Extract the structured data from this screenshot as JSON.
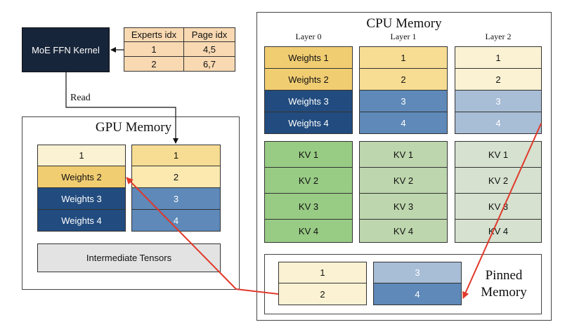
{
  "kernel": {
    "label": "MoE FFN Kernel"
  },
  "index_table": {
    "headers": [
      "Experts idx",
      "Page idx"
    ],
    "rows": [
      [
        "1",
        "4,5"
      ],
      [
        "2",
        "6,7"
      ]
    ]
  },
  "read_label": "Read",
  "gpu": {
    "title": "GPU Memory",
    "col1": [
      "1",
      "Weights 2",
      "Weights  3",
      "Weights  4"
    ],
    "col2": [
      "1",
      "2",
      "3",
      "4"
    ],
    "tensors_label": "Intermediate Tensors"
  },
  "cpu": {
    "title": "CPU Memory",
    "layers": [
      "Layer 0",
      "Layer 1",
      "Layer 2"
    ],
    "weights": [
      [
        "Weights 1",
        "Weights 2",
        "Weights  3",
        "Weights  4"
      ],
      [
        "1",
        "2",
        "3",
        "4"
      ],
      [
        "1",
        "2",
        "3",
        "4"
      ]
    ],
    "kv": [
      [
        "KV 1",
        "KV 2",
        "KV 3",
        "KV 4"
      ],
      [
        "KV 1",
        "KV 2",
        "KV 3",
        "KV 4"
      ],
      [
        "KV 1",
        "KV 2",
        "KV 3",
        "KV 4"
      ]
    ]
  },
  "pinned": {
    "label_line1": "Pinned",
    "label_line2": "Memory",
    "col1": [
      "1",
      "2"
    ],
    "col2": [
      "3",
      "4"
    ]
  },
  "colors": {
    "kernel_bg": "#17253a",
    "table_bg": "#f9d9b2",
    "pale_yellow": "#fbf2d3",
    "yellow": "#f7dd93",
    "gold": "#f1cd72",
    "navy": "#224c7f",
    "mid_blue": "#5e89b9",
    "light_blue": "#a8bdd6",
    "kv_green": "#98cb84",
    "kv_sage": "#bdd6ad",
    "kv_gray": "#d6e1cf",
    "intermediate": "#e3e3e3",
    "arrow_red": "#e0392b"
  }
}
